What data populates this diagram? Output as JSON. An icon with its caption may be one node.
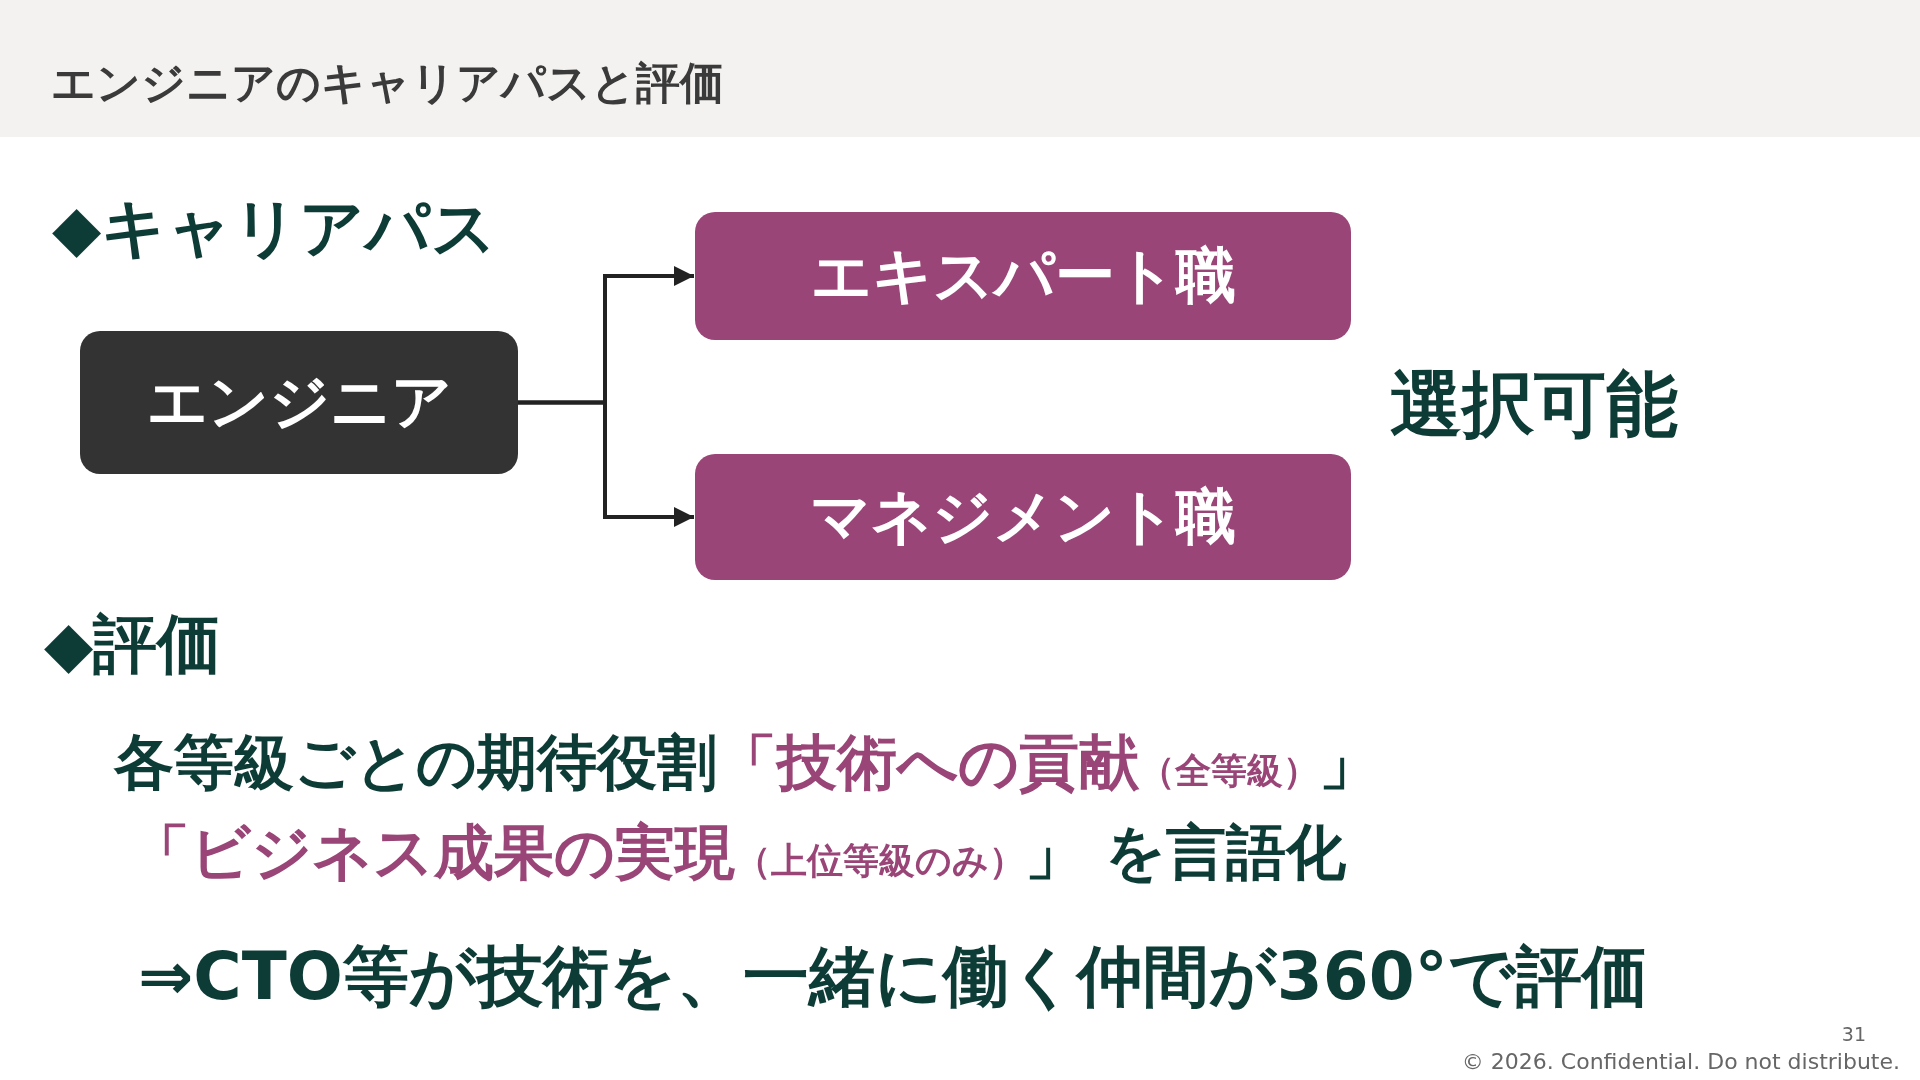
{
  "diagram": {
    "title": "エンジニアのキャリアパスと評価",
    "nodes": [
      {
        "text": [
          "エンジニア"
        ]
      },
      {
        "text": [
          "エキスパート職"
        ]
      },
      {
        "text": [
          "マネジメント職"
        ]
      }
    ],
    "edges": [
      {
        "from": 0,
        "to": 1,
        "arrow": "to"
      },
      {
        "from": 0,
        "to": 2,
        "arrow": "to"
      }
    ],
    "labels": [
      "◆キャリアパス",
      "選択可能",
      "◆評価",
      "各等級ごとの期待役割",
      "「技術への貢献",
      "（全等級）",
      "」",
      "「ビジネス成果の実現",
      "（上位等級のみ）",
      "」",
      "を言語化",
      "⇒CTO等が技術を、一緒に働く仲間が360°で評価",
      "31",
      "© 2026. Confidential. Do not distribute."
    ]
  }
}
